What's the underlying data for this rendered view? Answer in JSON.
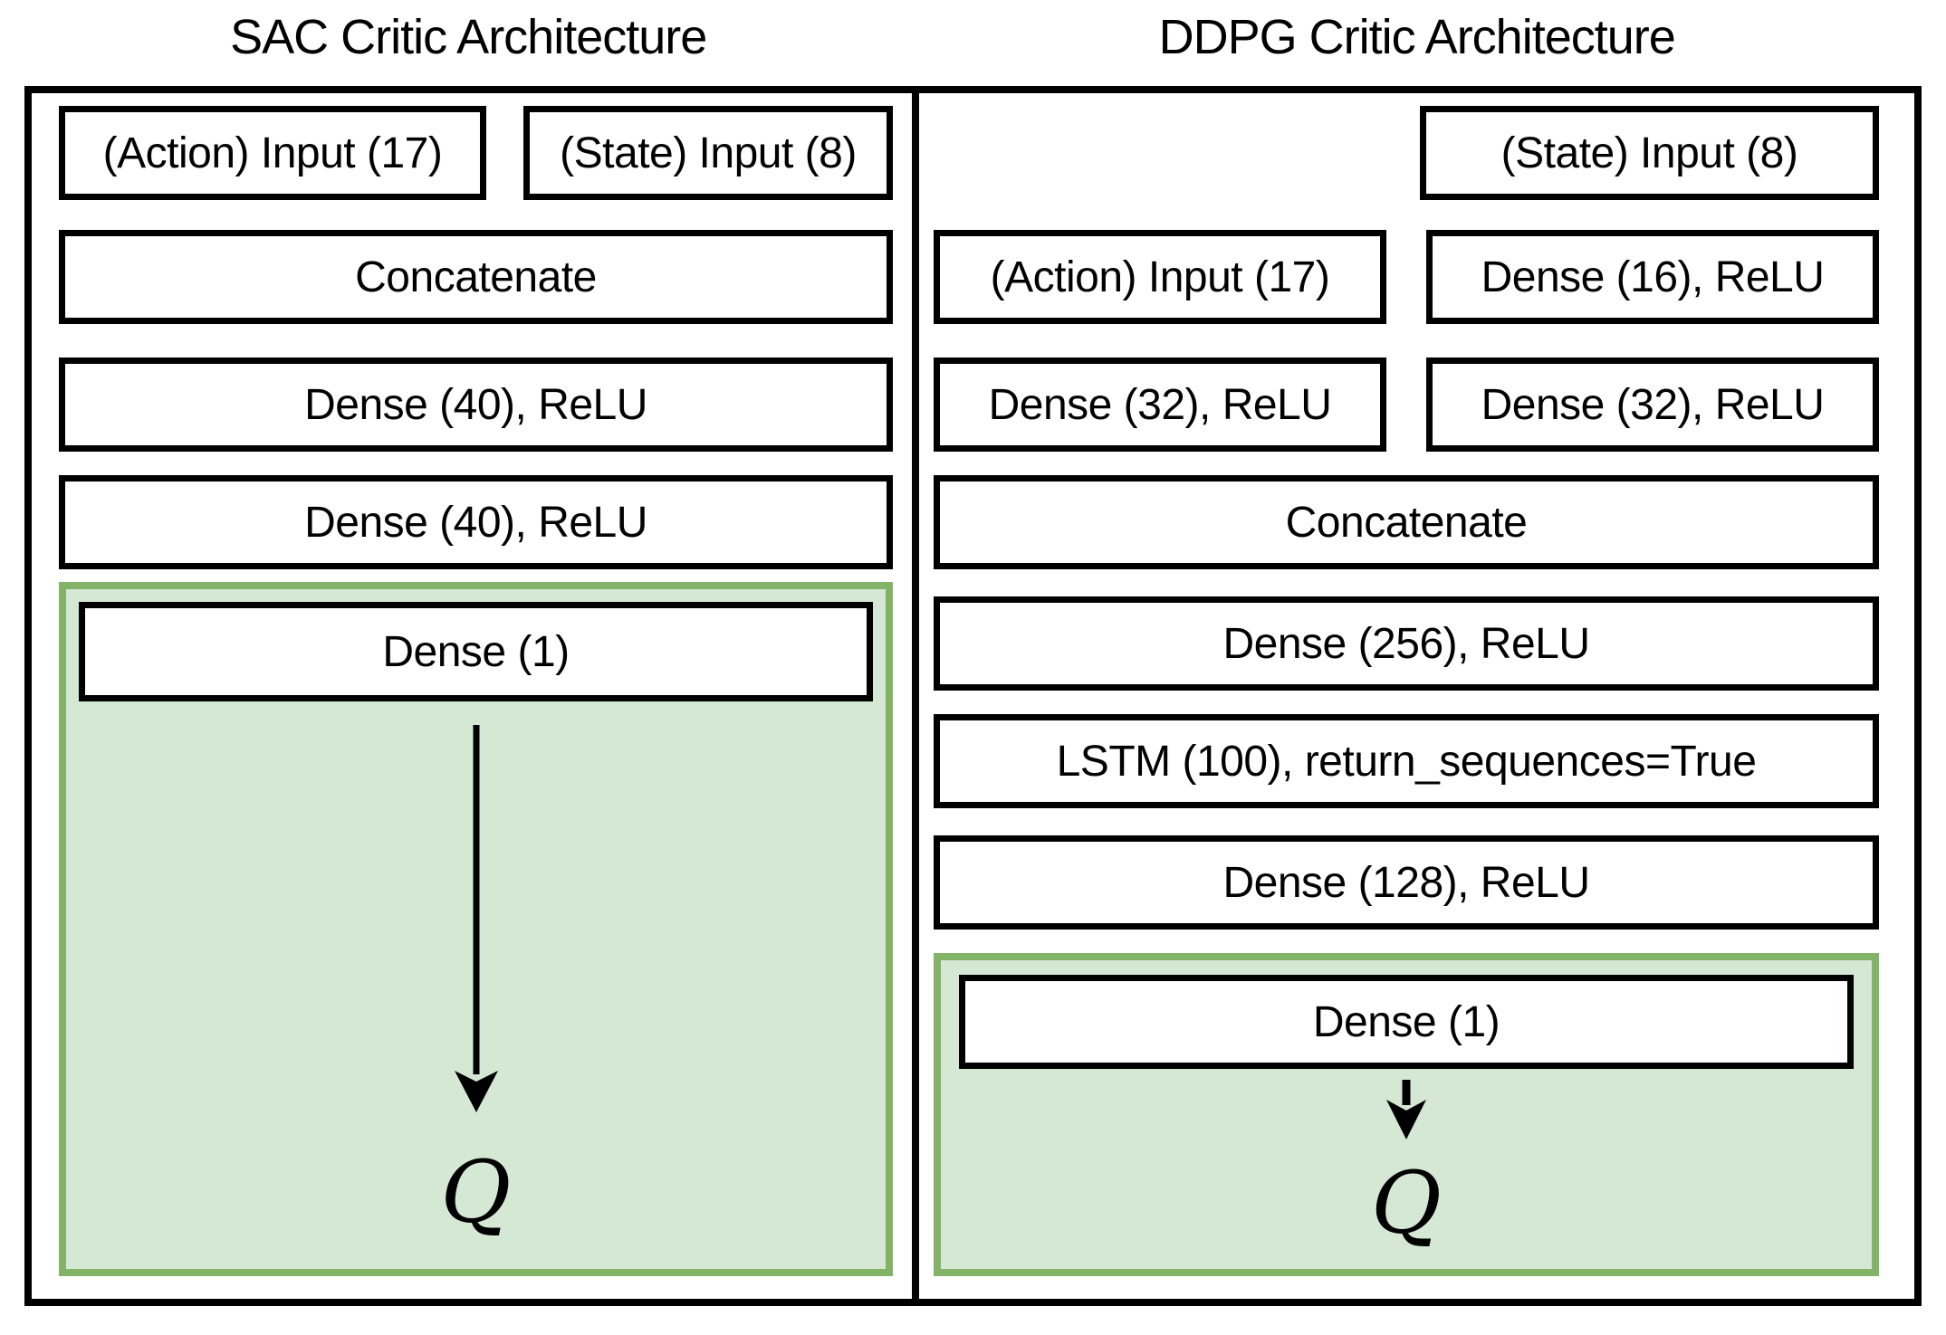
{
  "sac": {
    "title": "SAC Critic Architecture",
    "action_input": "(Action) Input (17)",
    "state_input": "(State) Input (8)",
    "concatenate": "Concatenate",
    "hidden1": "Dense (40), ReLU",
    "hidden2": "Dense (40), ReLU",
    "output_layer": "Dense (1)",
    "output_symbol": "Q"
  },
  "ddpg": {
    "title": "DDPG Critic Architecture",
    "state_input": "(State) Input (8)",
    "action_input": "(Action) Input (17)",
    "state_hidden1": "Dense (16), ReLU",
    "action_hidden1": "Dense (32), ReLU",
    "state_hidden2": "Dense (32), ReLU",
    "concatenate": "Concatenate",
    "hidden1": "Dense (256), ReLU",
    "lstm": "LSTM (100), return_sequences=True",
    "hidden2": "Dense (128), ReLU",
    "output_layer": "Dense (1)",
    "output_symbol": "Q"
  },
  "colors": {
    "highlight_fill": "#d5e8d4",
    "highlight_border": "#82b366",
    "box_border": "#000000",
    "box_fill": "#ffffff"
  }
}
